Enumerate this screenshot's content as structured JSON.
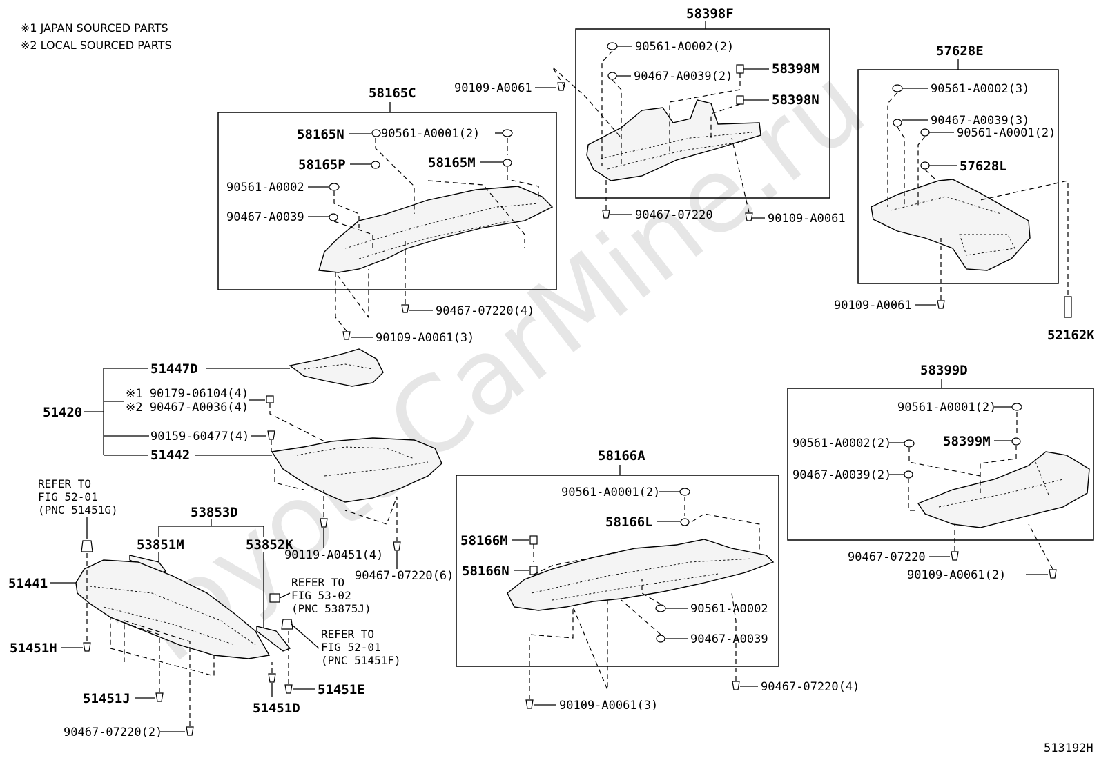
{
  "notes": {
    "note1": "※1  JAPAN SOURCED PARTS",
    "note2": "※2  LOCAL SOURCED PARTS"
  },
  "watermark": "ToyotaCarMine.ru",
  "figure_id": "513192H",
  "groups": {
    "g58398F": {
      "main": "58398F",
      "p1": "90561-A0002(2)",
      "p2": "90467-A0039(2)",
      "p3": "58398M",
      "p4": "58398N",
      "p5": "90109-A0061",
      "p6": "90467-07220",
      "p7": "90109-A0061"
    },
    "g57628E": {
      "main": "57628E",
      "p1": "90561-A0002(3)",
      "p2": "90467-A0039(3)",
      "p3": "90561-A0001(2)",
      "p4": "57628L",
      "p5": "90109-A0061",
      "p6": "52162K"
    },
    "g58165C": {
      "main": "58165C",
      "p1": "58165N",
      "p2": "90561-A0001(2)",
      "p3": "58165P",
      "p4": "58165M",
      "p5": "90561-A0002",
      "p6": "90467-A0039",
      "p7": "90467-07220(4)",
      "p8": "90109-A0061(3)"
    },
    "g51420": {
      "main": "51420",
      "p1": "51447D",
      "p2": "※1 90179-06104(4)",
      "p3": "※2 90467-A0036(4)",
      "p4": "90159-60477(4)",
      "p5": "51442",
      "p6": "90119-A0451(4)",
      "p7": "90467-07220(6)"
    },
    "g58399D": {
      "main": "58399D",
      "p1": "90561-A0001(2)",
      "p2": "90561-A0002(2)",
      "p3": "58399M",
      "p4": "90467-A0039(2)",
      "p5": "90467-07220",
      "p6": "90109-A0061(2)"
    },
    "g58166A": {
      "main": "58166A",
      "p1": "90561-A0001(2)",
      "p2": "58166L",
      "p3": "58166M",
      "p4": "58166N",
      "p5": "90561-A0002",
      "p6": "90467-A0039",
      "p7": "90467-07220(4)",
      "p8": "90109-A0061(3)"
    },
    "g53853D": {
      "main": "53853D",
      "p1": "53851M",
      "p2": "53852K"
    },
    "g51441": {
      "main": "51441",
      "p1": "51451H",
      "p2": "51451J",
      "p3": "90467-07220(2)",
      "p4": "51451D",
      "p5": "51451E"
    }
  },
  "refs": {
    "r1": [
      "REFER TO",
      "FIG 52-01",
      "(PNC 51451G)"
    ],
    "r2": [
      "REFER TO",
      "FIG 53-02",
      "(PNC 53875J)"
    ],
    "r3": [
      "REFER TO",
      "FIG 52-01",
      "(PNC 51451F)"
    ]
  }
}
